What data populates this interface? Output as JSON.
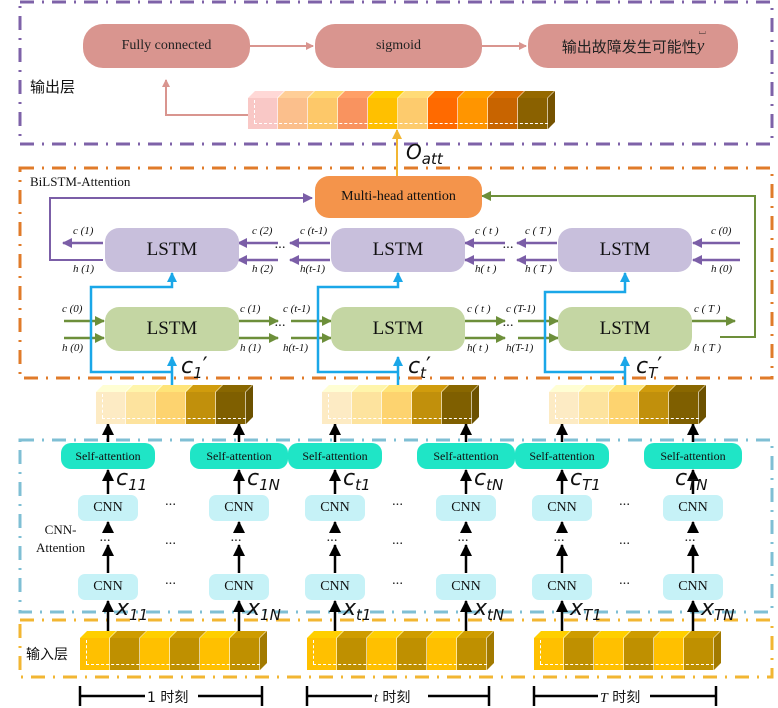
{
  "output_layer": {
    "label": "输出层",
    "fully_connected": "Fully connected",
    "sigmoid": "sigmoid",
    "output": "输出故障发生可能性",
    "output_symbol": "y",
    "output_hat": "⌴",
    "o_att": "O",
    "o_att_sub": "att",
    "vector_colors": [
      "#f9c8c6",
      "#fbbf8c",
      "#fdc869",
      "#f9935f",
      "#ffc000",
      "#fdcb6d",
      "#ff6a00",
      "#ff9500",
      "#c86400",
      "#8a6100"
    ],
    "border_color": "#7e62a8",
    "box_color": "#d9958f"
  },
  "bilstm": {
    "label": "BiLSTM-Attention",
    "mha": "Multi-head attention",
    "lstm": "LSTM",
    "border_color": "#e07b2a",
    "backward_color": "#7b5ea7",
    "forward_color": "#6d8f3a",
    "input_color": "#1aa7e8",
    "backward_labels": {
      "col1_left_c": "c (1)",
      "col1_left_h": "h (1)",
      "col1_right_c": "c (2)",
      "col1_right_h": "h (2)",
      "col2_left_c": "c (t-1)",
      "col2_left_h": "h(t-1)",
      "col2_right_c": "c ( t )",
      "col2_right_h": "h( t )",
      "col3_left_c": "c ( T )",
      "col3_left_h": "h ( T )",
      "col3_right_c": "c (0)",
      "col3_right_h": "h (0)"
    },
    "forward_labels": {
      "col1_left_c": "c (0)",
      "col1_left_h": "h (0)",
      "col1_right_c": "c (1)",
      "col1_right_h": "h (1)",
      "col2_left_c": "c (t-1)",
      "col2_left_h": "h(t-1)",
      "col2_right_c": "c ( t )",
      "col2_right_h": "h( t )",
      "col3_left_c": "c (T-1)",
      "col3_left_h": "h(T-1)",
      "col3_right_c": "c ( T )",
      "col3_right_h": "h ( T )"
    },
    "ellipsis": "···",
    "inputs": [
      {
        "base": "c",
        "sub": "1",
        "prime": "′"
      },
      {
        "base": "c",
        "sub": "t",
        "prime": "′"
      },
      {
        "base": "c",
        "sub": "T",
        "prime": "′"
      }
    ]
  },
  "feature_vectors": {
    "colors": [
      "#fdebc4",
      "#fde39e",
      "#fdd36f",
      "#c1900c",
      "#7f5f00"
    ]
  },
  "cnn_attention": {
    "label": "CNN-\nAttention",
    "label_line1": "CNN-",
    "label_line2": "Attention",
    "self_attention": "Self-attention",
    "cnn": "CNN",
    "ellipsis": "···",
    "border_color": "#7fbfd4",
    "c_labels": [
      {
        "base": "c",
        "sub": "11"
      },
      {
        "base": "c",
        "sub": "1N"
      },
      {
        "base": "c",
        "sub": "t1"
      },
      {
        "base": "c",
        "sub": "tN"
      },
      {
        "base": "c",
        "sub": "T1"
      },
      {
        "base": "c",
        "sub": "TN"
      }
    ],
    "x_labels": [
      {
        "base": "x",
        "sub": "11"
      },
      {
        "base": "x",
        "sub": "1N"
      },
      {
        "base": "x",
        "sub": "t1"
      },
      {
        "base": "x",
        "sub": "tN"
      },
      {
        "base": "x",
        "sub": "T1"
      },
      {
        "base": "x",
        "sub": "TN"
      }
    ]
  },
  "input_layer": {
    "label": "输入层",
    "border_color": "#f2b632",
    "vector_colors": [
      "#ffc000",
      "#bf9000",
      "#ffc000",
      "#bf9000",
      "#ffc000",
      "#bf9000"
    ],
    "time_labels": [
      {
        "var": "1",
        "text": " 时刻",
        "italic": false
      },
      {
        "var": "t",
        "text": " 时刻",
        "italic": true
      },
      {
        "var": "T",
        "text": " 时刻",
        "italic": true
      }
    ]
  }
}
